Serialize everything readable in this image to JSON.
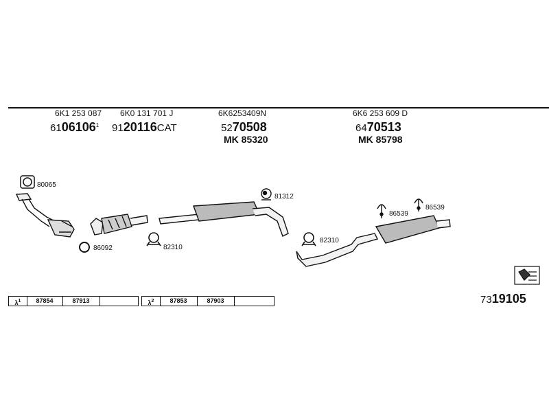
{
  "components": [
    {
      "oem": "6K1 253 087",
      "prefix": "61",
      "number": "06106",
      "suffix": "1",
      "tail": "",
      "mk": ""
    },
    {
      "oem": "6K0 131 701 J",
      "prefix": "91",
      "number": "20116",
      "suffix": "",
      "tail": "CAT",
      "mk": ""
    },
    {
      "oem": "6K6253409N",
      "prefix": "52",
      "number": "70508",
      "suffix": "",
      "tail": "",
      "mk": "MK 85320"
    },
    {
      "oem": "6K6 253 609 D",
      "prefix": "64",
      "number": "70513",
      "suffix": "",
      "tail": "",
      "mk": "MK 85798"
    }
  ],
  "part_labels": {
    "p80065": "80065",
    "p86092": "86092",
    "p82310a": "82310",
    "p81312": "81312",
    "p82310b": "82310",
    "p86539a": "86539",
    "p86539b": "86539"
  },
  "lambda_tables": [
    {
      "symbol": "λ",
      "index": "1",
      "values": [
        "87854",
        "87913"
      ]
    },
    {
      "symbol": "λ",
      "index": "2",
      "values": [
        "87853",
        "87903"
      ]
    }
  ],
  "catalog": {
    "prefix": "73",
    "number": "19105"
  }
}
